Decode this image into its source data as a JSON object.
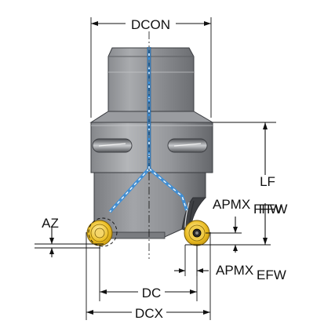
{
  "labels": {
    "dcon": "DCON",
    "lf": "LF",
    "ffw_main": "FFW",
    "apmx_ffw_main": "APMX",
    "apmx_ffw_sub": "FFW",
    "az": "AZ",
    "apmx_efw_main": "APMX",
    "apmx_efw_sub": "EFW",
    "dc": "DC",
    "dcx": "DCX"
  },
  "colors": {
    "body_dark": "#6f7174",
    "body_mid": "#8e9094",
    "body_light": "#b9bbbe",
    "coolant": "#3f8fd6",
    "insert": "#e8b820",
    "insert_edge": "#8a6a08",
    "line": "#111111"
  }
}
